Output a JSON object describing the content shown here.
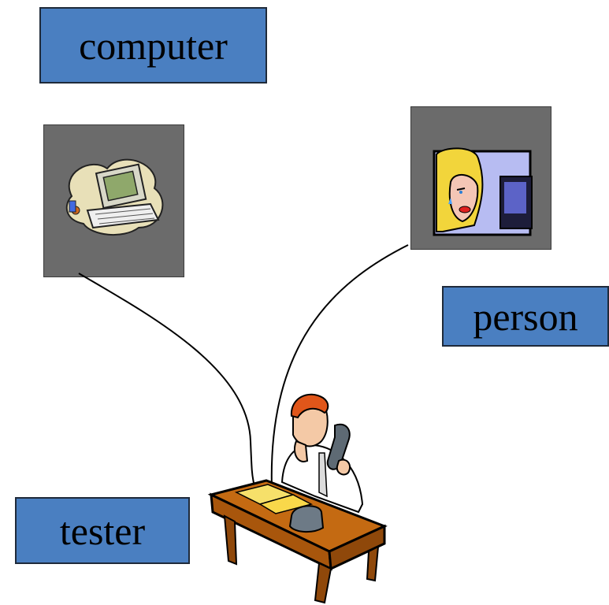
{
  "labels": {
    "computer": "computer",
    "person": "person",
    "tester": "tester"
  },
  "colors": {
    "label_fill": "#4a7fc1",
    "panel_fill": "#6b6b6b",
    "wire": "#000000"
  },
  "icons": {
    "computer_panel": "computer-clipart-icon",
    "person_panel": "woman-at-computer-clipart-icon",
    "tester": "man-on-phone-at-desk-clipart-icon"
  }
}
